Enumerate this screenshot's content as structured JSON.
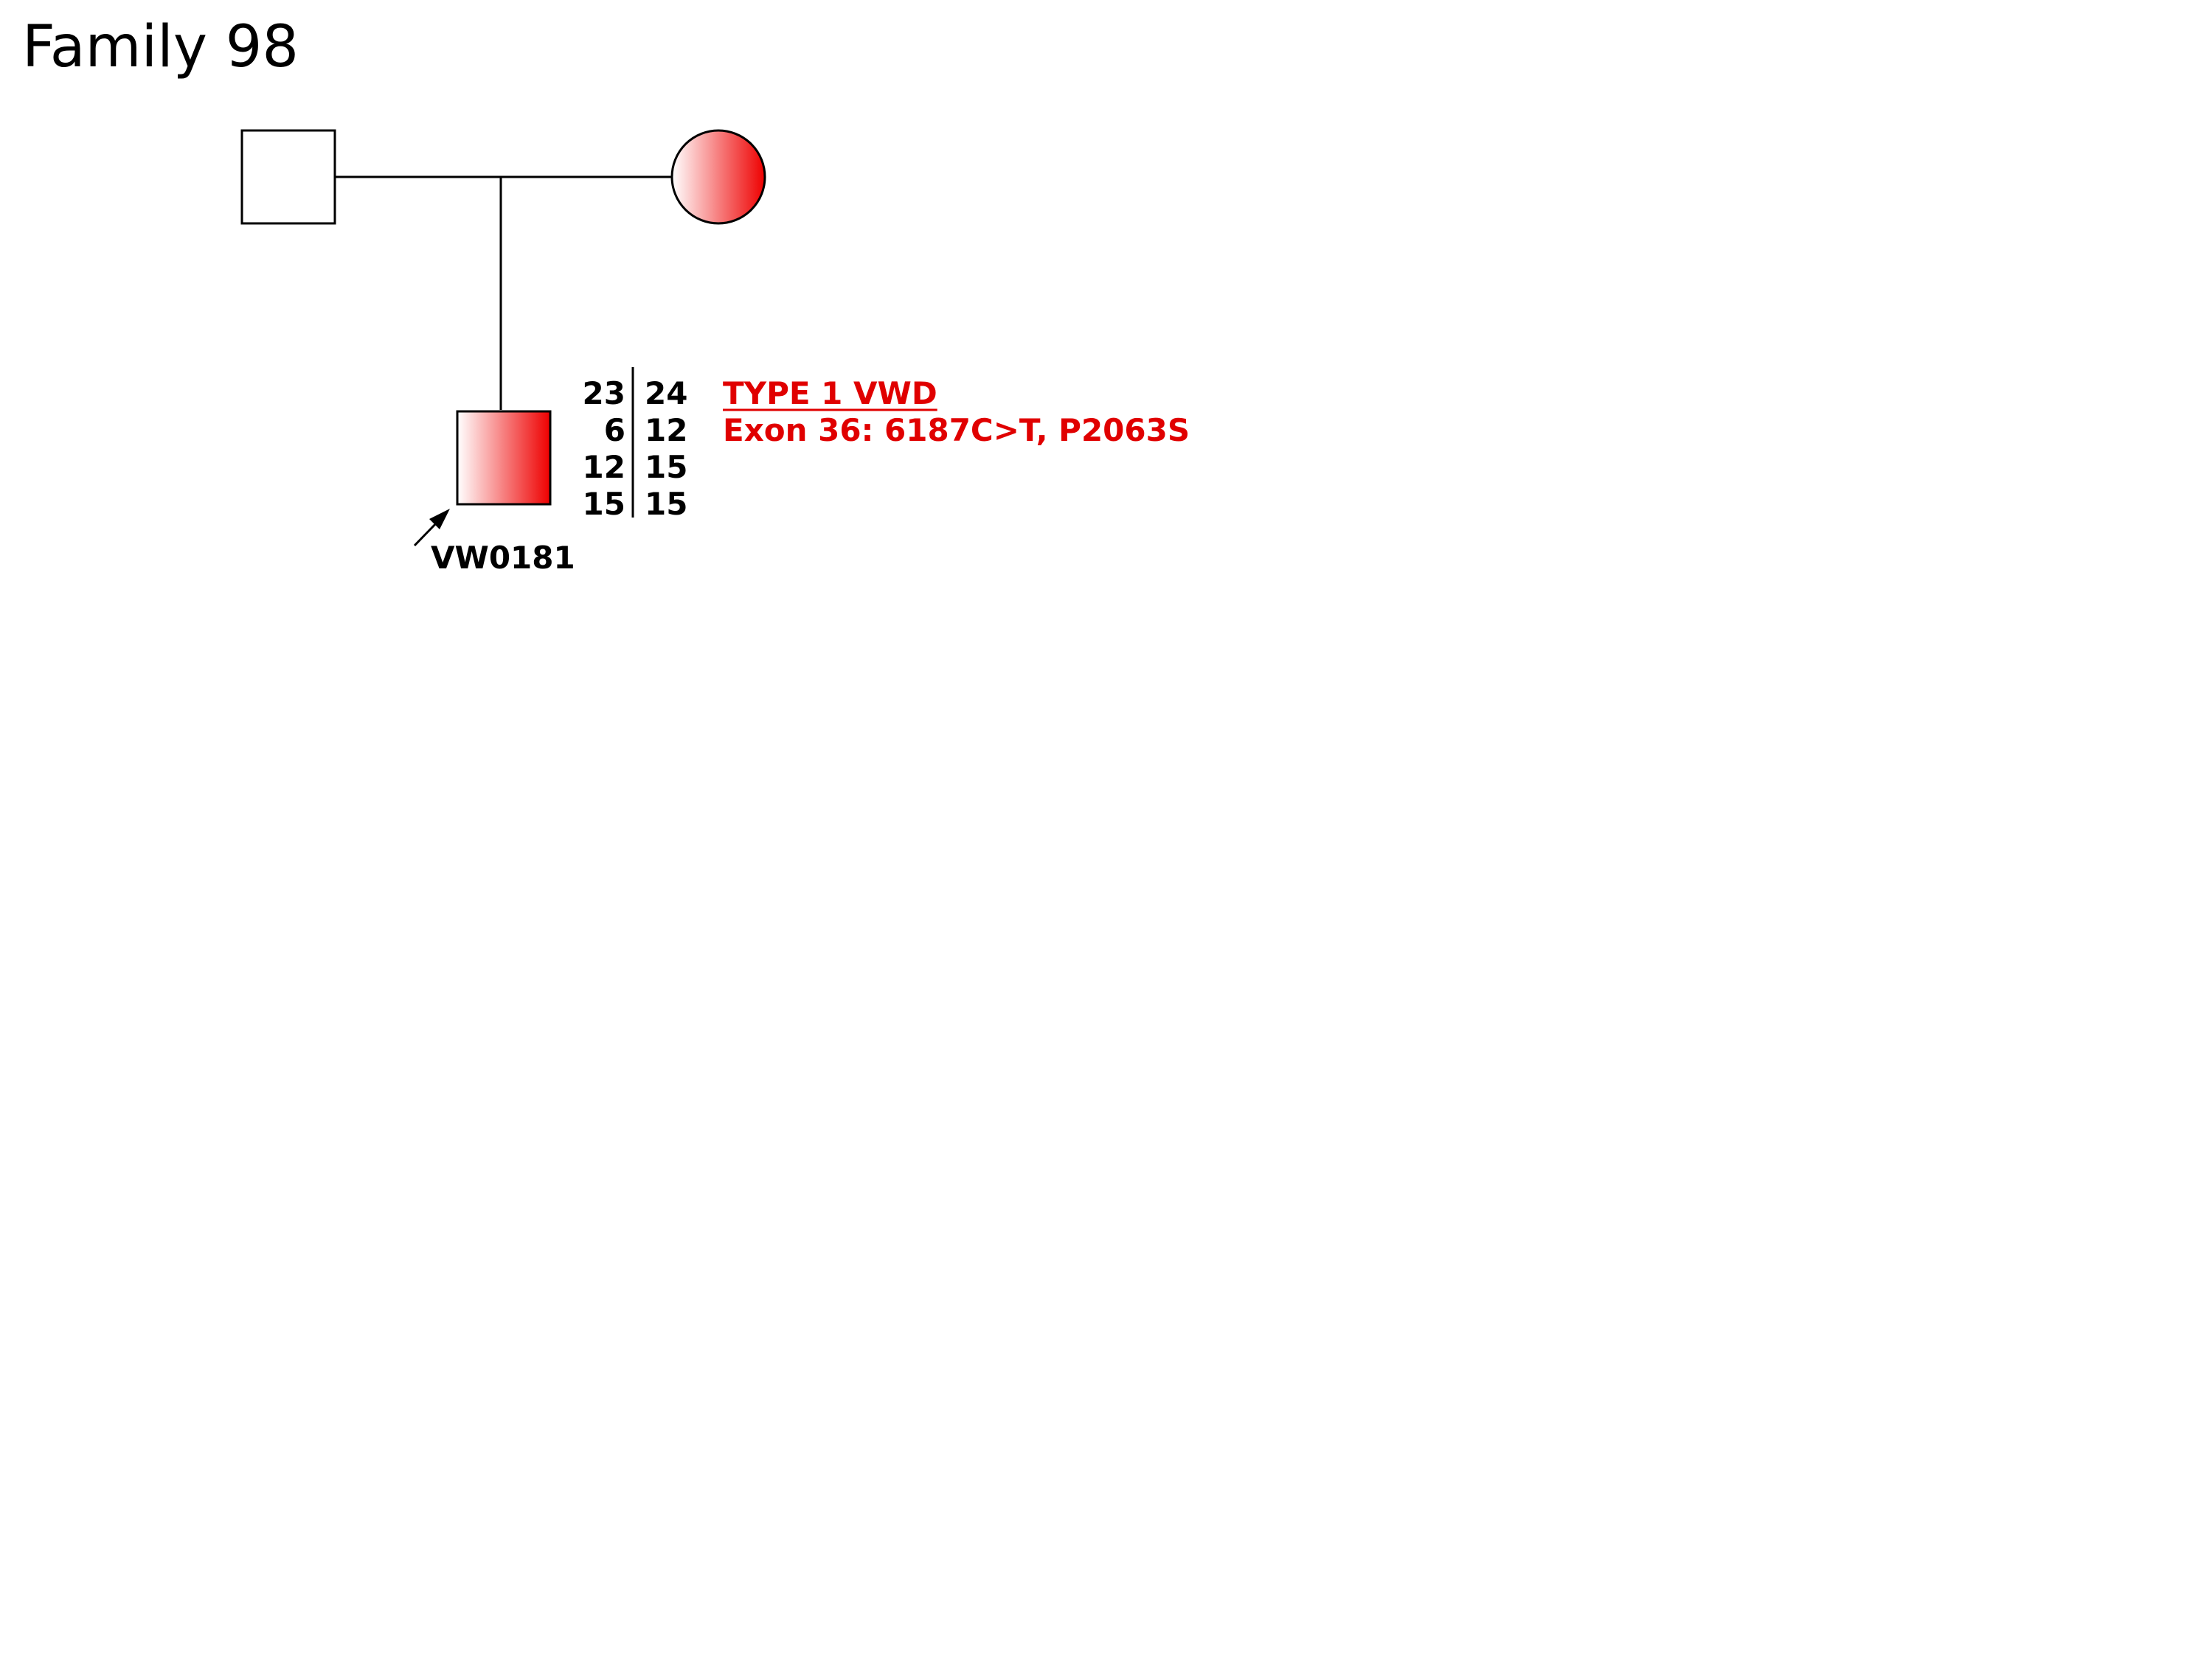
{
  "title": "Family 98",
  "colors": {
    "affected": "#ee0000",
    "affected_light": "#ffffff",
    "line": "#000000",
    "annotation": "#e00000"
  },
  "pedigree": {
    "father": {
      "sex": "male",
      "affected": false
    },
    "mother": {
      "sex": "female",
      "affected": true
    },
    "proband": {
      "sex": "male",
      "affected": true,
      "id": "VW0181",
      "proband_arrow": true,
      "haplotype": {
        "left": [
          "23",
          "6",
          "12",
          "15"
        ],
        "right": [
          "24",
          "12",
          "15",
          "15"
        ]
      },
      "annotation": {
        "diagnosis": "TYPE 1 VWD",
        "mutation": "Exon 36: 6187C>T, P2063S"
      }
    }
  }
}
